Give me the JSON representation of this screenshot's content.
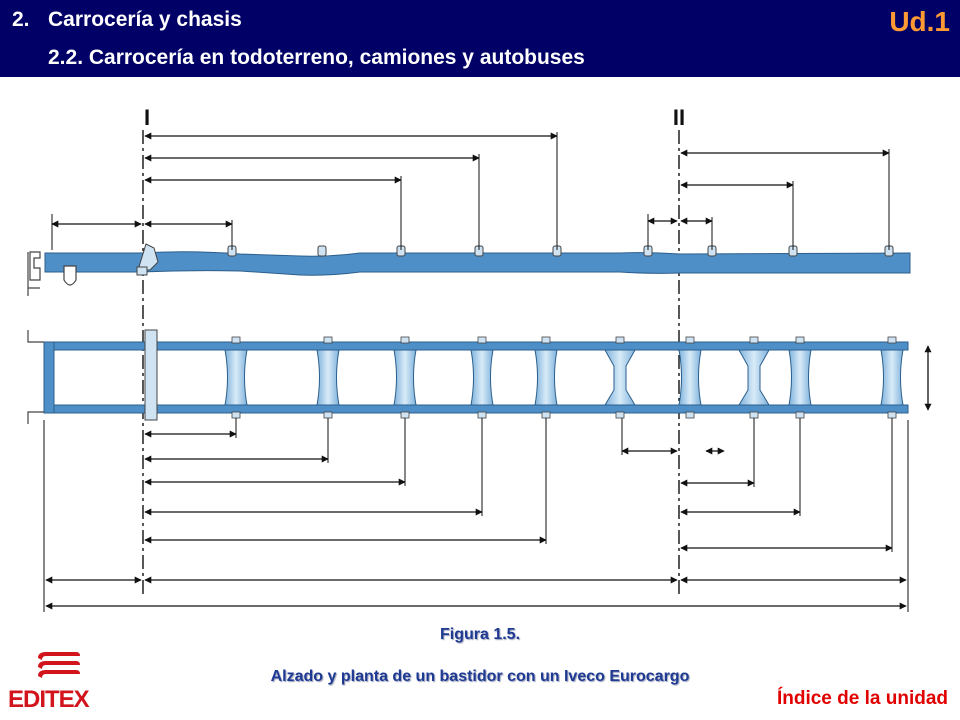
{
  "header": {
    "section_number": "2.",
    "section_title": "Carrocería y chasis",
    "subsection_title": "2.2. Carrocería en todoterreno, camiones y autobuses",
    "unit_label": "Ud.1"
  },
  "diagram": {
    "axis_labels": [
      "I",
      "II"
    ]
  },
  "caption": {
    "figure_label": "Figura 1.5.",
    "description": "Alzado y planta de un bastidor con un Iveco Eurocargo"
  },
  "footer": {
    "index_link": "Índice de la unidad",
    "logo_text": "EDITEX"
  },
  "colors": {
    "header_bg": "#000066",
    "unit_accent": "#ff9933",
    "frame_blue": "#4f8fc8",
    "caption_blue": "#1f3a93",
    "link_red": "#e10000"
  }
}
